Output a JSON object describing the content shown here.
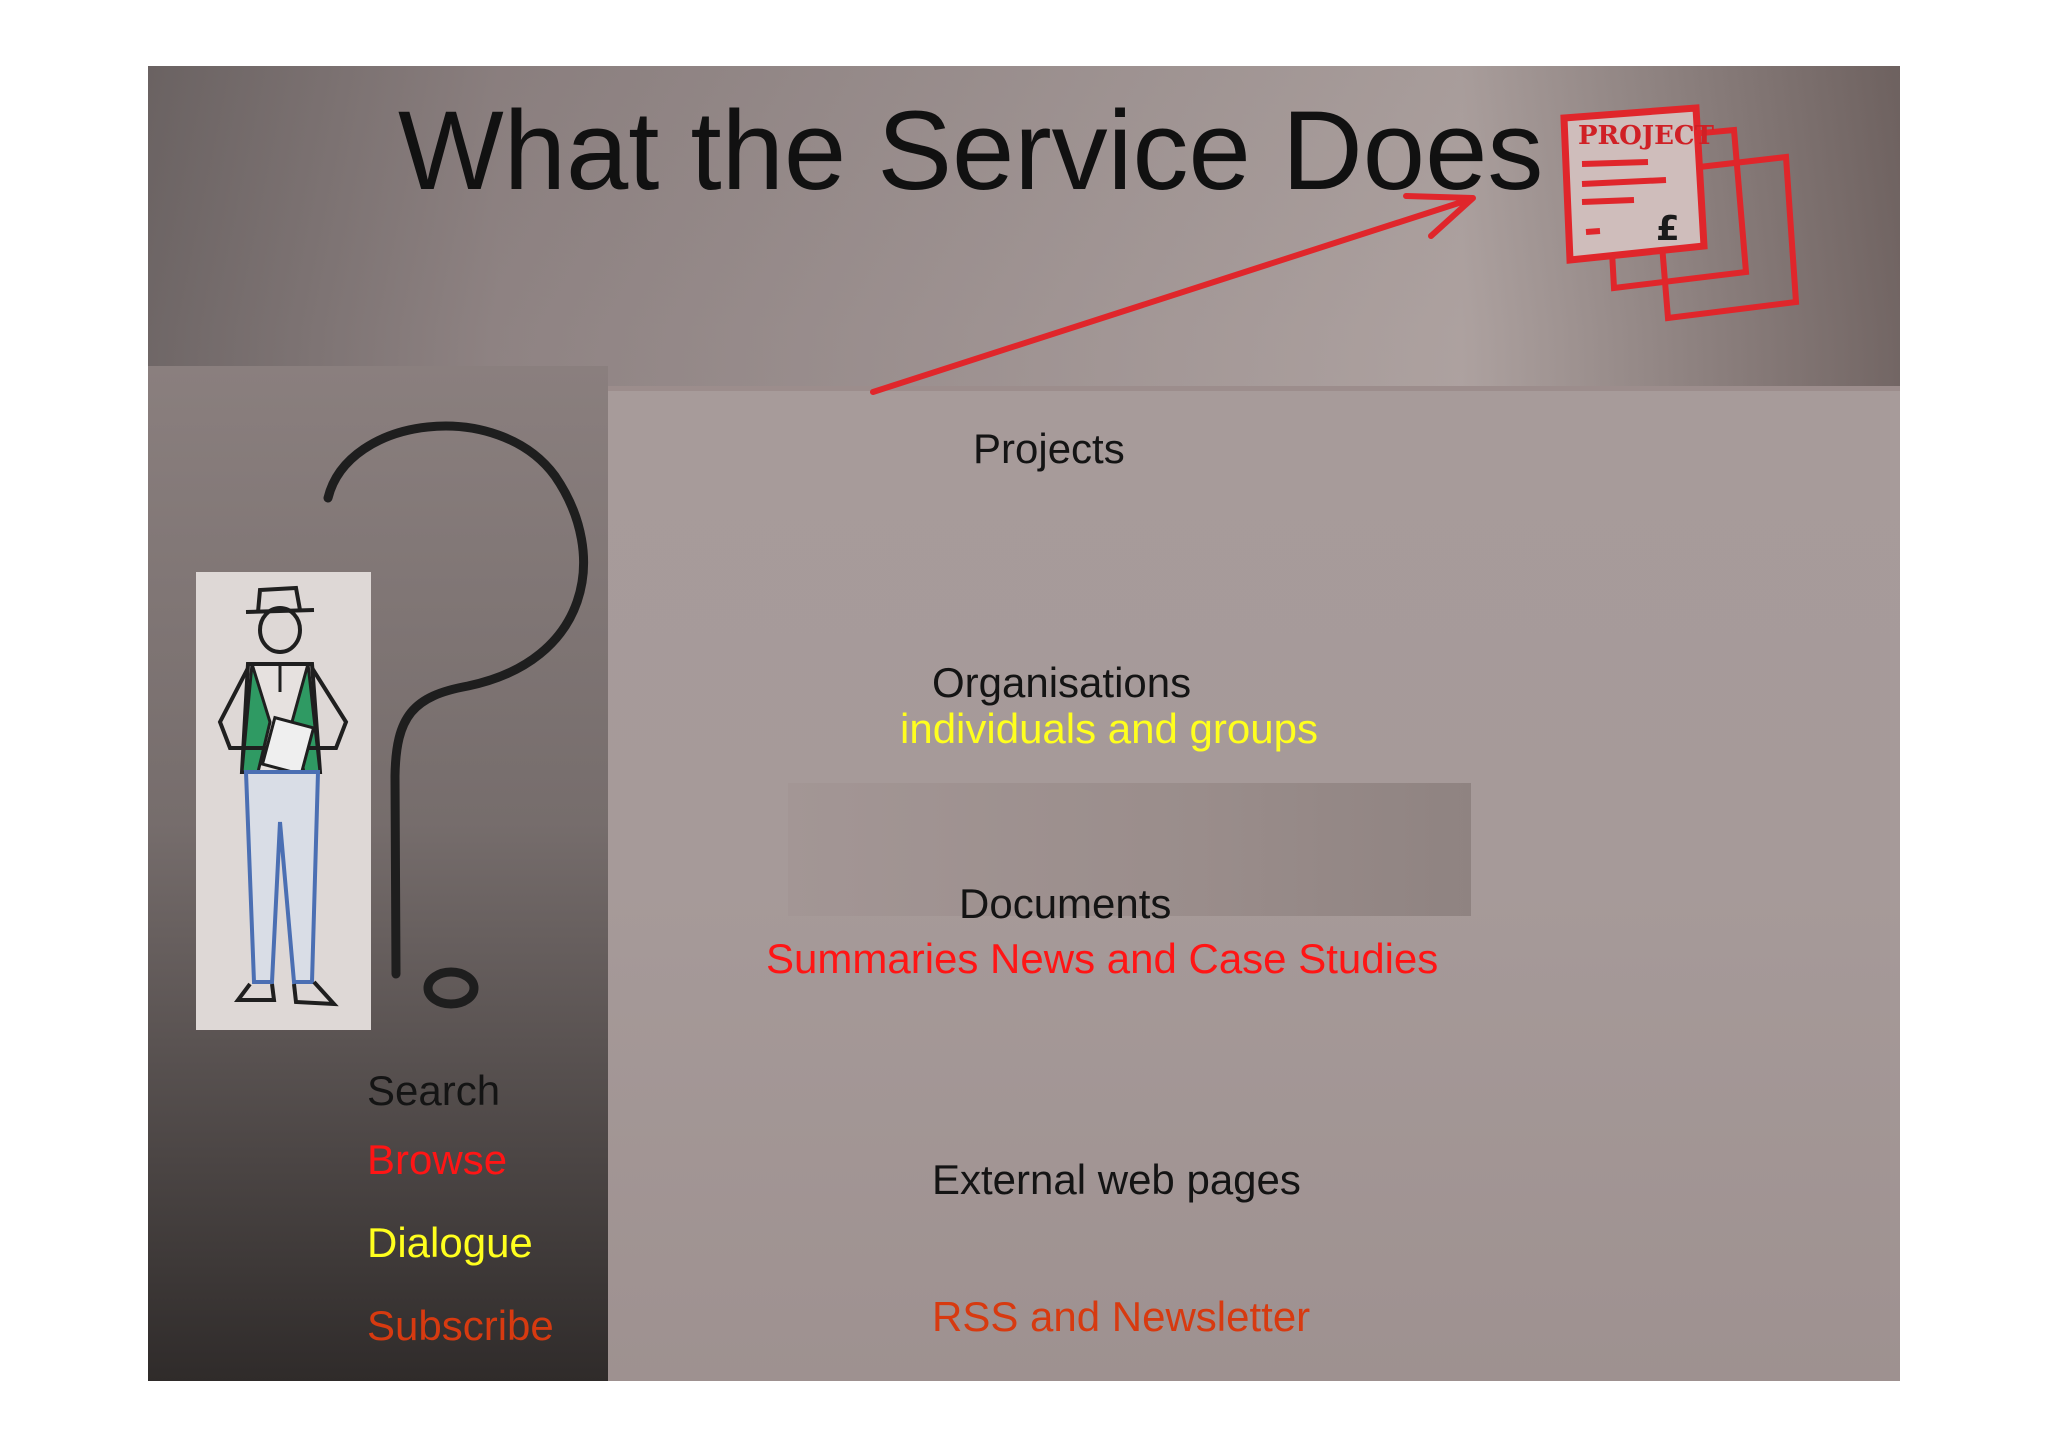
{
  "slide": {
    "title": "What the Service Does",
    "document_sketch_text": "PROJECT",
    "left_column": [
      {
        "text": "Search",
        "color": "#141414"
      },
      {
        "text": "Browse",
        "color": "#ff1515"
      },
      {
        "text": "Dialogue",
        "color": "#ffff1e"
      },
      {
        "text": "Subscribe",
        "color": "#d73a10"
      }
    ],
    "items": {
      "projects": "Projects",
      "organisations": "Organisations",
      "individuals": "individuals and groups",
      "documents": "Documents",
      "summaries": "Summaries News and Case Studies",
      "external": "External web pages",
      "rss": "RSS and Newsletter"
    },
    "colors": {
      "arrow": "#e0262b",
      "sketch_red": "#e0262b",
      "question_mark": "#1e1e1e",
      "vest_green": "#2f9a63",
      "trousers_blue": "#4b6fb3"
    }
  }
}
